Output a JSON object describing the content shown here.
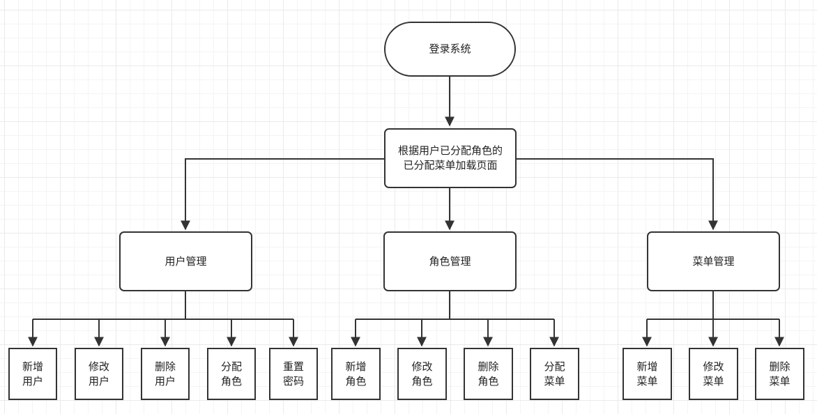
{
  "start": {
    "label": "登录系统"
  },
  "loader": {
    "label": "根据用户已分配角色的\n已分配菜单加载页面"
  },
  "modules": [
    {
      "label": "用户管理",
      "actions": [
        "新增\n用户",
        "修改\n用户",
        "删除\n用户",
        "分配\n角色",
        "重置\n密码"
      ]
    },
    {
      "label": "角色管理",
      "actions": [
        "新增\n角色",
        "修改\n角色",
        "删除\n角色",
        "分配\n菜单"
      ]
    },
    {
      "label": "菜单管理",
      "actions": [
        "新增\n菜单",
        "修改\n菜单",
        "删除\n菜单"
      ]
    }
  ]
}
